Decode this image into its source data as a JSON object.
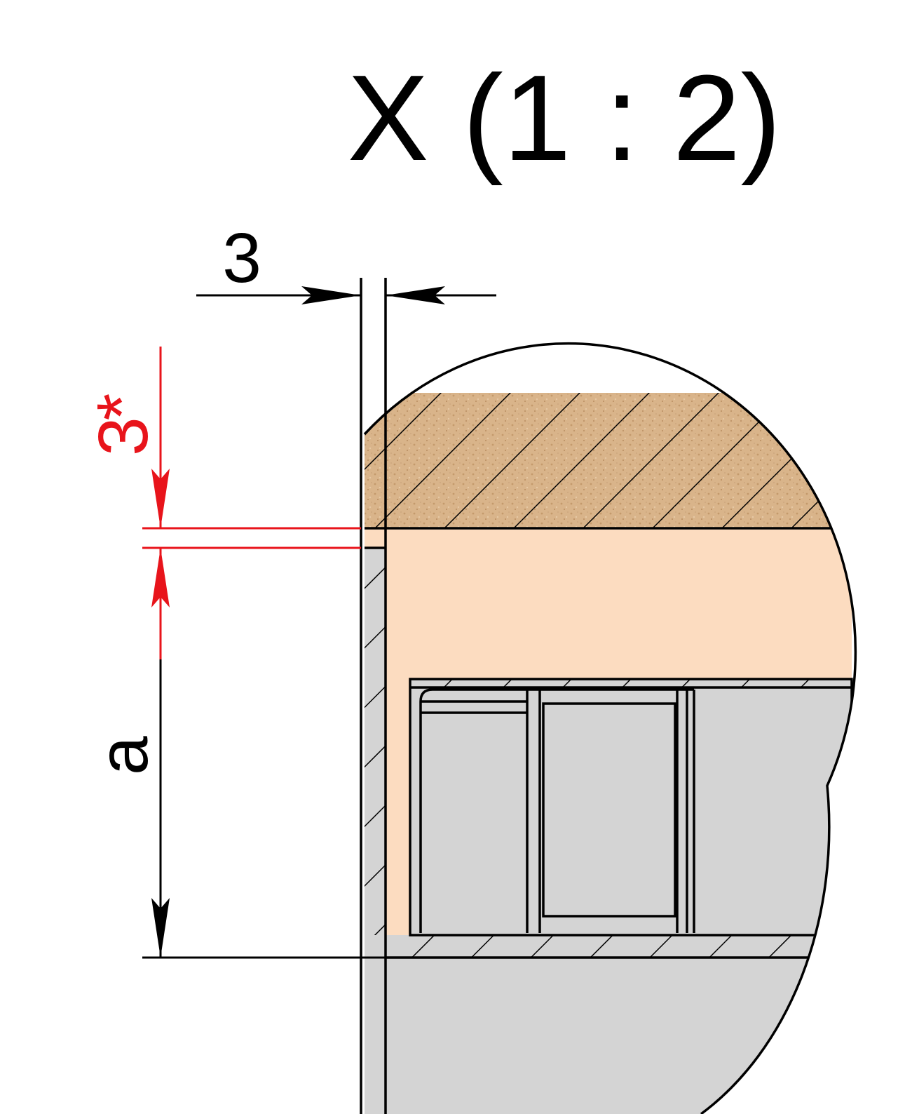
{
  "view_title": "X (1 : 2)",
  "dimensions": {
    "gap_width": "3",
    "gap_height": "3",
    "gap_height_marker": "*",
    "height_a": "a"
  },
  "colors": {
    "line": "#000000",
    "dimension_red": "#e8141b",
    "chipboard": "#d9b48a",
    "edge_fill": "#fcdcc0",
    "metal_fill": "#d4d4d4",
    "background": "#ffffff"
  }
}
